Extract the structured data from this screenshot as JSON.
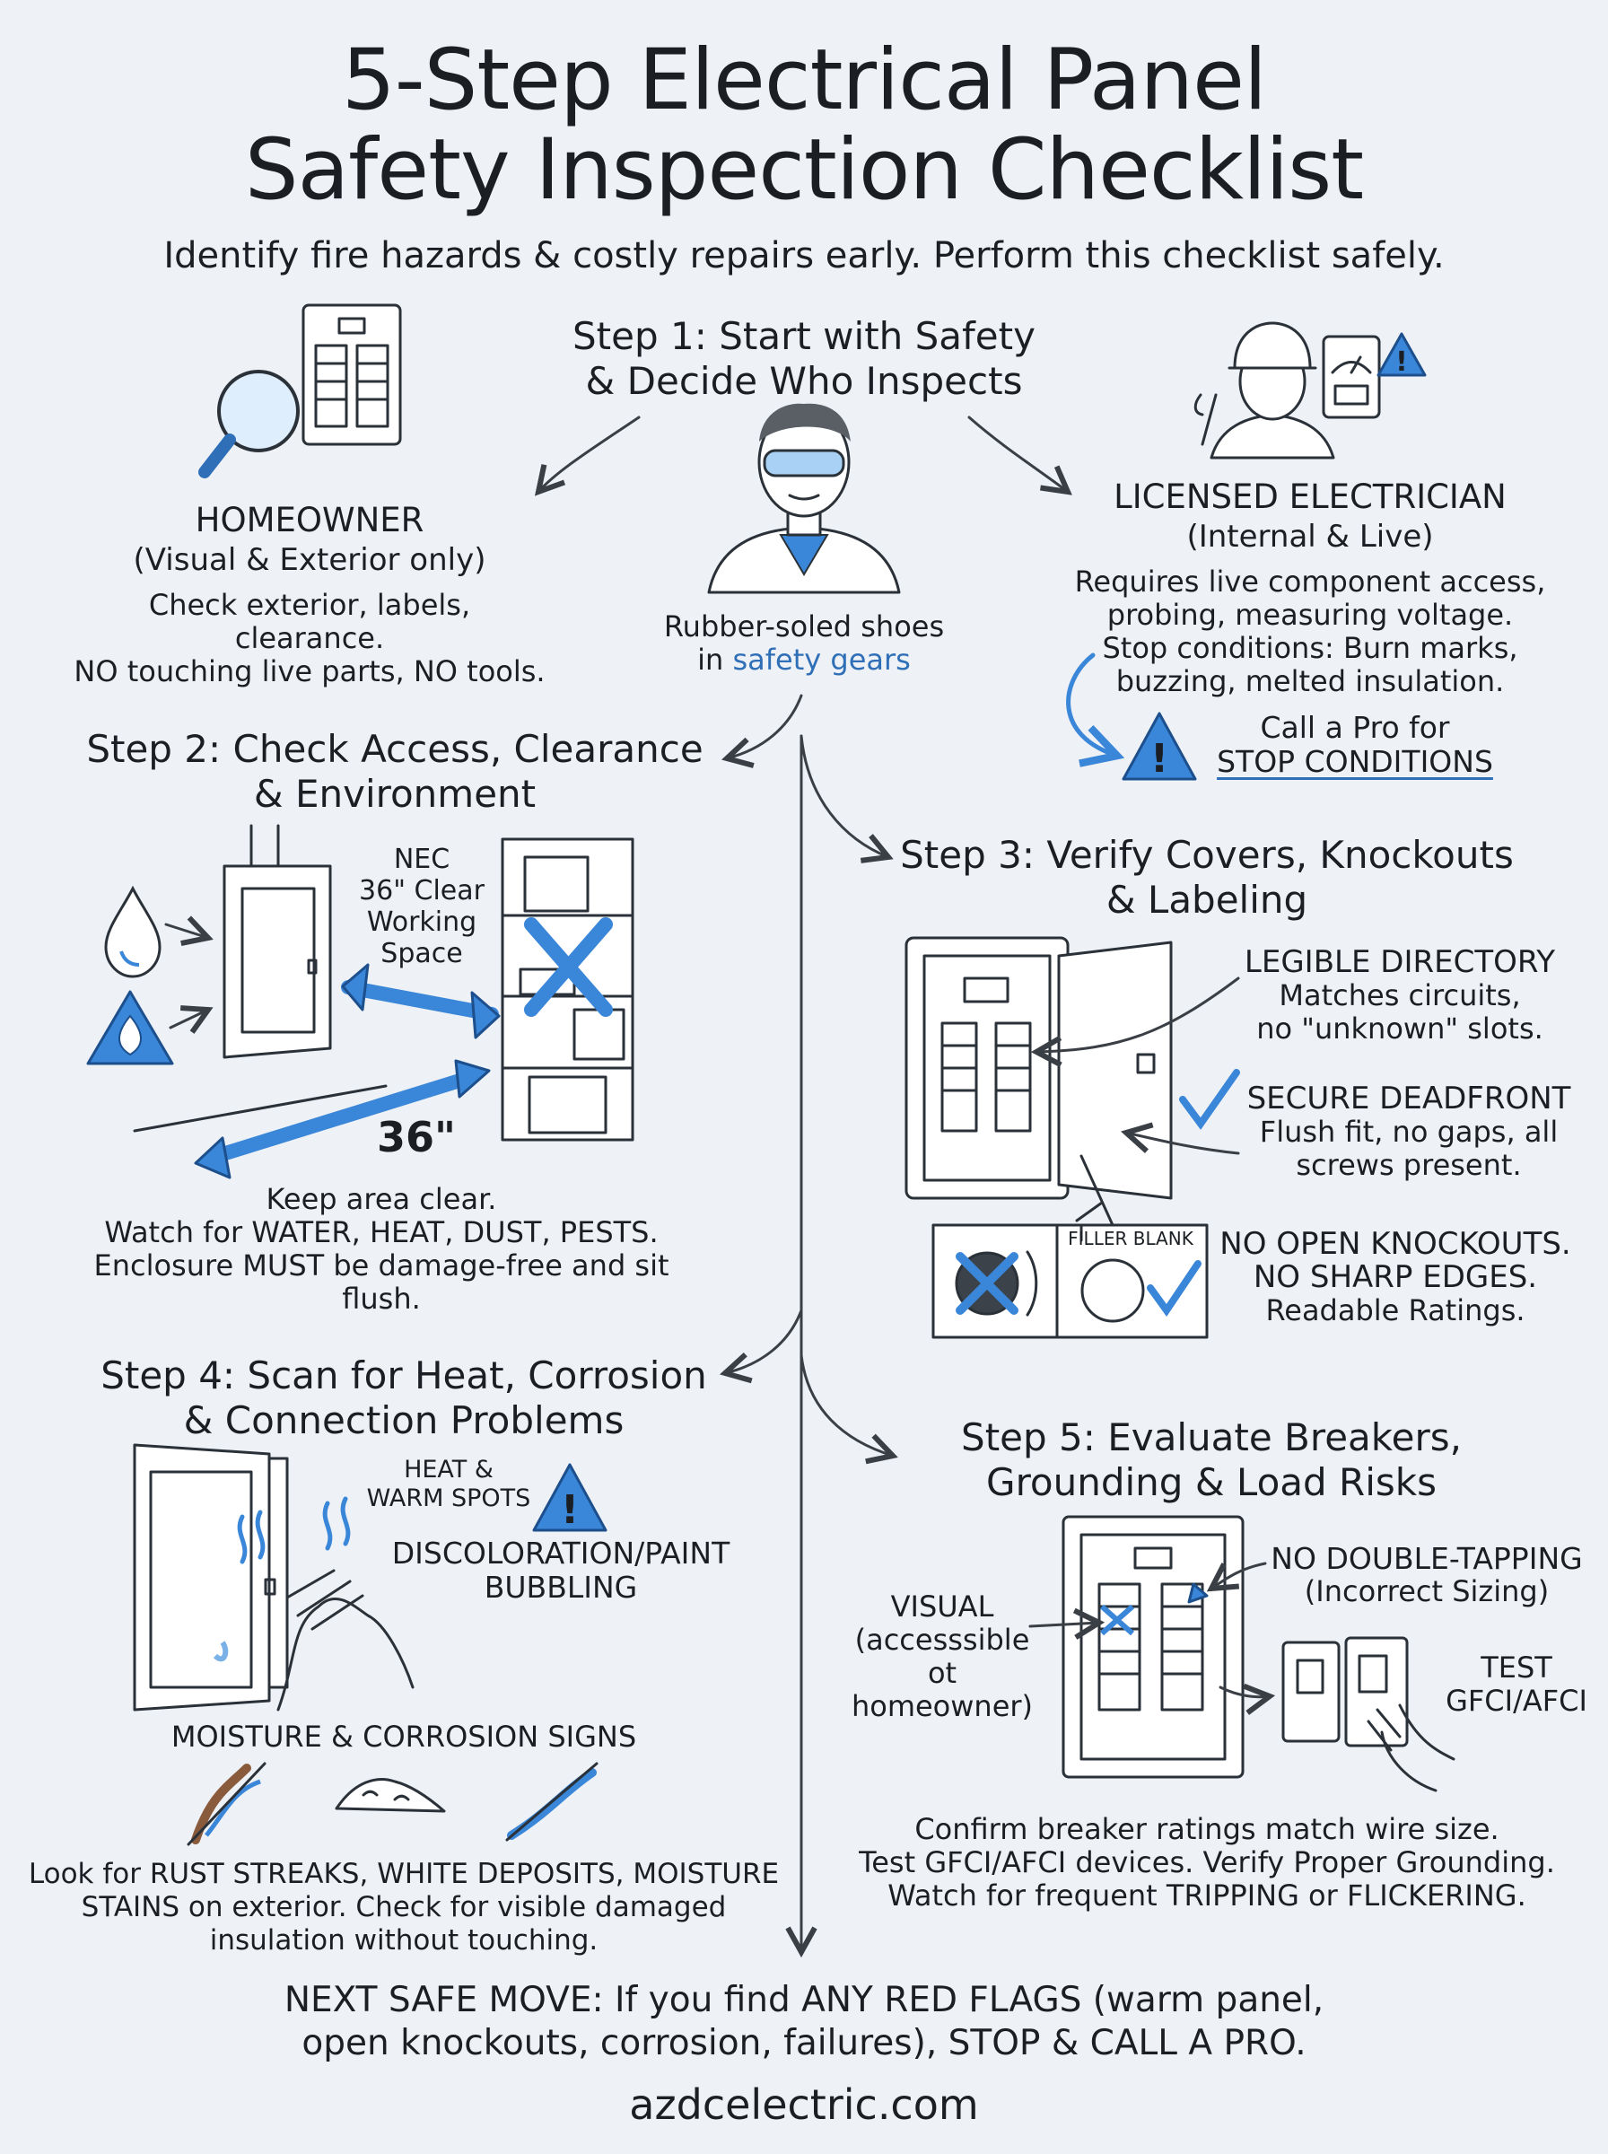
{
  "title": [
    "5-Step Electrical Panel",
    "Safety Inspection Checklist"
  ],
  "subtitle": "Identify fire hazards & costly repairs early. Perform this checklist safely.",
  "step1": {
    "heading": [
      "Step 1: Start with Safety",
      "& Decide Who Inspects"
    ],
    "center_caption": [
      "Rubber-soled shoes",
      "in",
      "safety gears"
    ],
    "homeowner": {
      "title": "HOMEOWNER",
      "scope": "(Visual & Exterior only)",
      "lines": [
        "Check exterior, labels, clearance.",
        "NO touching live parts, NO tools."
      ]
    },
    "electrician": {
      "title": "LICENSED ELECTRICIAN",
      "scope": "(Internal & Live)",
      "lines": [
        "Requires live component access,",
        "probing, measuring voltage.",
        "Stop conditions: Burn marks,",
        "buzzing, melted insulation."
      ],
      "callout": [
        "Call a Pro for",
        "STOP CONDITIONS"
      ]
    }
  },
  "step2": {
    "heading": [
      "Step 2: Check Access, Clearance",
      "& Environment"
    ],
    "nec_label": [
      "NEC",
      "36\" Clear",
      "Working",
      "Space"
    ],
    "dimension": "36\"",
    "lines": [
      "Keep area clear.",
      "Watch for WATER, HEAT, DUST, PESTS.",
      "Enclosure MUST be damage-free and sit flush."
    ]
  },
  "step3": {
    "heading": [
      "Step 3: Verify Covers, Knockouts",
      "& Labeling"
    ],
    "directory": [
      "LEGIBLE DIRECTORY",
      "Matches circuits,",
      "no \"unknown\" slots."
    ],
    "deadfront": [
      "SECURE DEADFRONT",
      "Flush fit, no gaps, all",
      "screws present."
    ],
    "filler": "FILLER BLANK",
    "knockouts": [
      "NO OPEN KNOCKOUTS.",
      "NO SHARP EDGES.",
      "Readable Ratings."
    ]
  },
  "step4": {
    "heading": [
      "Step 4: Scan for Heat, Corrosion",
      "& Connection Problems"
    ],
    "heat": [
      "HEAT &",
      "WARM SPOTS"
    ],
    "discolor": [
      "DISCOLORATION/PAINT",
      "BUBBLING"
    ],
    "moisture_title": "MOISTURE & CORROSION SIGNS",
    "lines": [
      "Look for RUST STREAKS, WHITE DEPOSITS, MOISTURE",
      "STAINS on exterior. Check for visible damaged",
      "insulation without touching."
    ]
  },
  "step5": {
    "heading": [
      "Step 5: Evaluate Breakers,",
      "Grounding & Load Risks"
    ],
    "double_tap": [
      "NO DOUBLE-TAPPING",
      "(Incorrect Sizing)"
    ],
    "visual": [
      "VISUAL",
      "(accesssible",
      "ot homeowner)"
    ],
    "test": [
      "TEST",
      "GFCI/AFCI"
    ],
    "lines": [
      "Confirm breaker ratings match wire size.",
      "Test GFCI/AFCI devices. Verify Proper Grounding.",
      "Watch for frequent TRIPPING or FLICKERING."
    ]
  },
  "footer": {
    "lines": [
      "NEXT SAFE MOVE: If you find ANY RED FLAGS (warm panel,",
      "open knockouts, corrosion, failures), STOP & CALL A PRO."
    ],
    "url": "azdcelectric.com"
  },
  "colors": {
    "accent": "#3a86d8",
    "background": "#eef1f5",
    "ink": "#1b1f24"
  }
}
